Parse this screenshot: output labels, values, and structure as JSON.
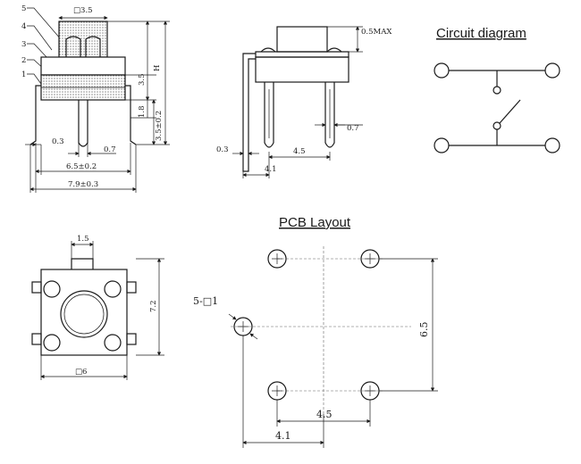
{
  "titles": {
    "circuit": "Circuit diagram",
    "pcb": "PCB Layout"
  },
  "side_view": {
    "part_numbers": [
      "5",
      "4",
      "3",
      "2",
      "1"
    ],
    "stem_width": "□3.5",
    "height_label": "H",
    "dim_35": "3.5",
    "dim_18": "1.8",
    "dim_35_tol": "3.5±0.2",
    "dim_03": "0.3",
    "dim_07": "0.7",
    "dim_65": "6.5±0.2",
    "dim_79": "7.9±0.3"
  },
  "front_view": {
    "dim_05max": "0.5MAX",
    "dim_07": "0.7",
    "dim_03": "0.3",
    "dim_45": "4.5",
    "dim_41": "4.1"
  },
  "top_view": {
    "dim_15": "1.5",
    "dim_72": "7.2",
    "dim_6": "□6"
  },
  "pcb_layout": {
    "hole_label": "5-□1",
    "dim_65": "6.5",
    "dim_45": "4.5",
    "dim_41": "4.1"
  }
}
